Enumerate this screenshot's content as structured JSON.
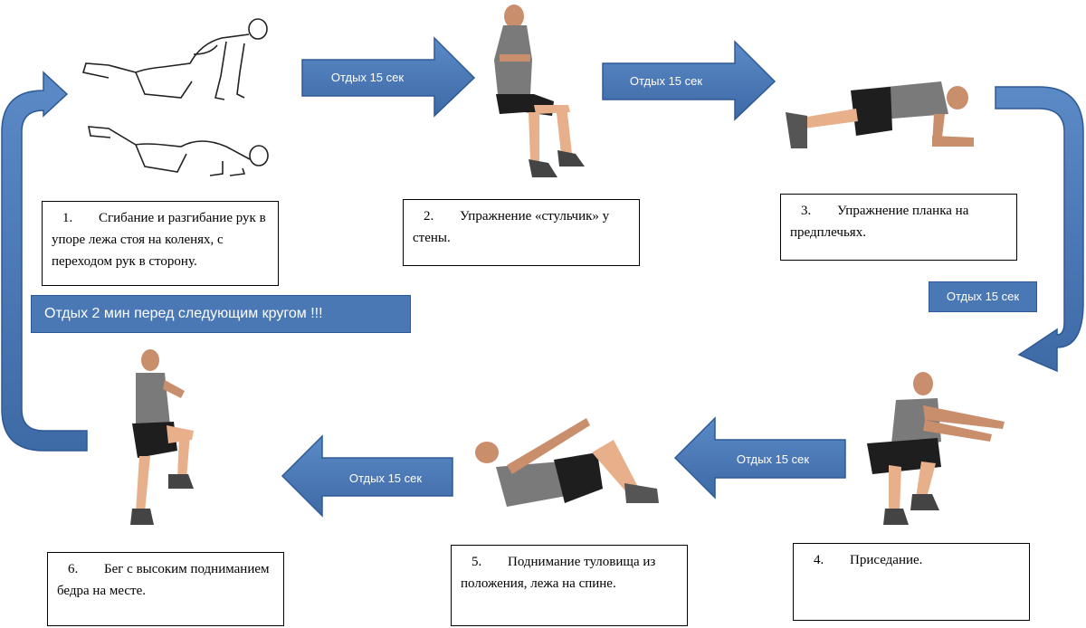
{
  "exercises": [
    {
      "num": "1.",
      "text": "Сгибание и разгибание рук в упоре лежа стоя на коленях, с переходом рук в сторону."
    },
    {
      "num": "2.",
      "text": "Упражнение «стульчик» у стены."
    },
    {
      "num": "3.",
      "text": "Упражнение планка на предплечьях."
    },
    {
      "num": "4.",
      "text": "Приседание."
    },
    {
      "num": "5.",
      "text": "Поднимание туловища из положения, лежа на спине."
    },
    {
      "num": "6.",
      "text": "Бег с высоким подниманием бедра на месте."
    }
  ],
  "rest_short": "Отдых 15 сек",
  "rest_long": "Отдых 2 мин перед следующим  кругом !!!",
  "colors": {
    "arrow_fill": "#4a78b5",
    "arrow_stroke": "#2d5a96",
    "shirt": "#7a7a7a",
    "shorts": "#1e1e1e",
    "skin": "#e8b08a"
  }
}
